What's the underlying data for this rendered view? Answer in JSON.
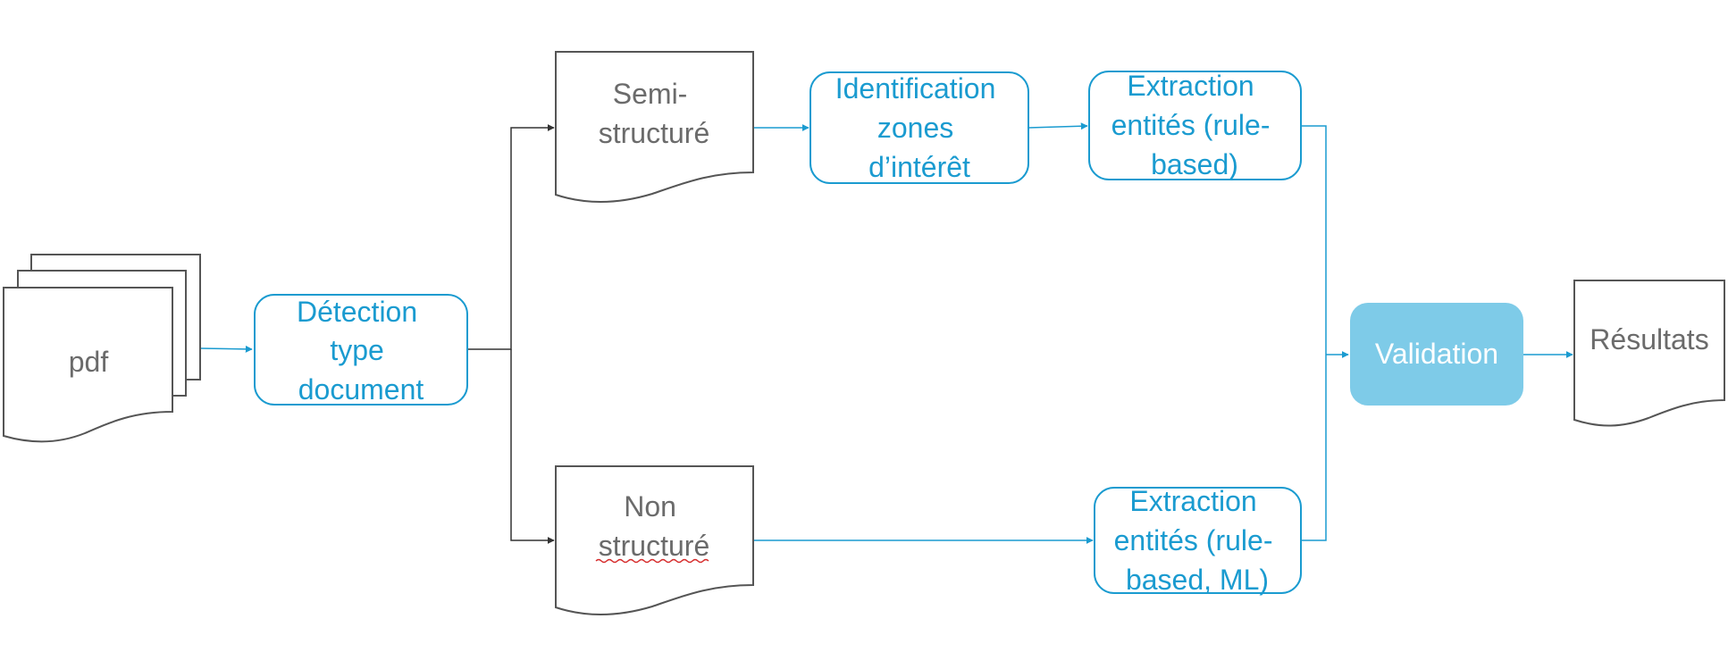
{
  "nodes": {
    "pdf": {
      "label": "pdf"
    },
    "detection": {
      "lines": [
        "Détection",
        "type",
        "document"
      ]
    },
    "semi": {
      "lines": [
        "Semi-",
        "structuré"
      ]
    },
    "non": {
      "lines": [
        "Non",
        "structuré"
      ]
    },
    "identification": {
      "lines": [
        "Identification",
        "zones",
        "d’intérêt"
      ]
    },
    "extraction_rule": {
      "lines": [
        "Extraction",
        "entités (rule-",
        "based)"
      ]
    },
    "extraction_ml": {
      "lines": [
        "Extraction",
        "entités (rule-",
        "based, ML)"
      ]
    },
    "validation": {
      "label": "Validation"
    },
    "resultats": {
      "label": "Résultats"
    }
  },
  "colors": {
    "process_stroke": "#1a9bd0",
    "process_text": "#1a9bd0",
    "document_stroke": "#555555",
    "document_text": "#6b6b6b",
    "validation_fill": "#7ecbe8",
    "validation_text": "#ffffff",
    "connector_gray": "#333333",
    "connector_blue": "#1a9bd0",
    "spellcheck_underline": "#d62b2b"
  }
}
